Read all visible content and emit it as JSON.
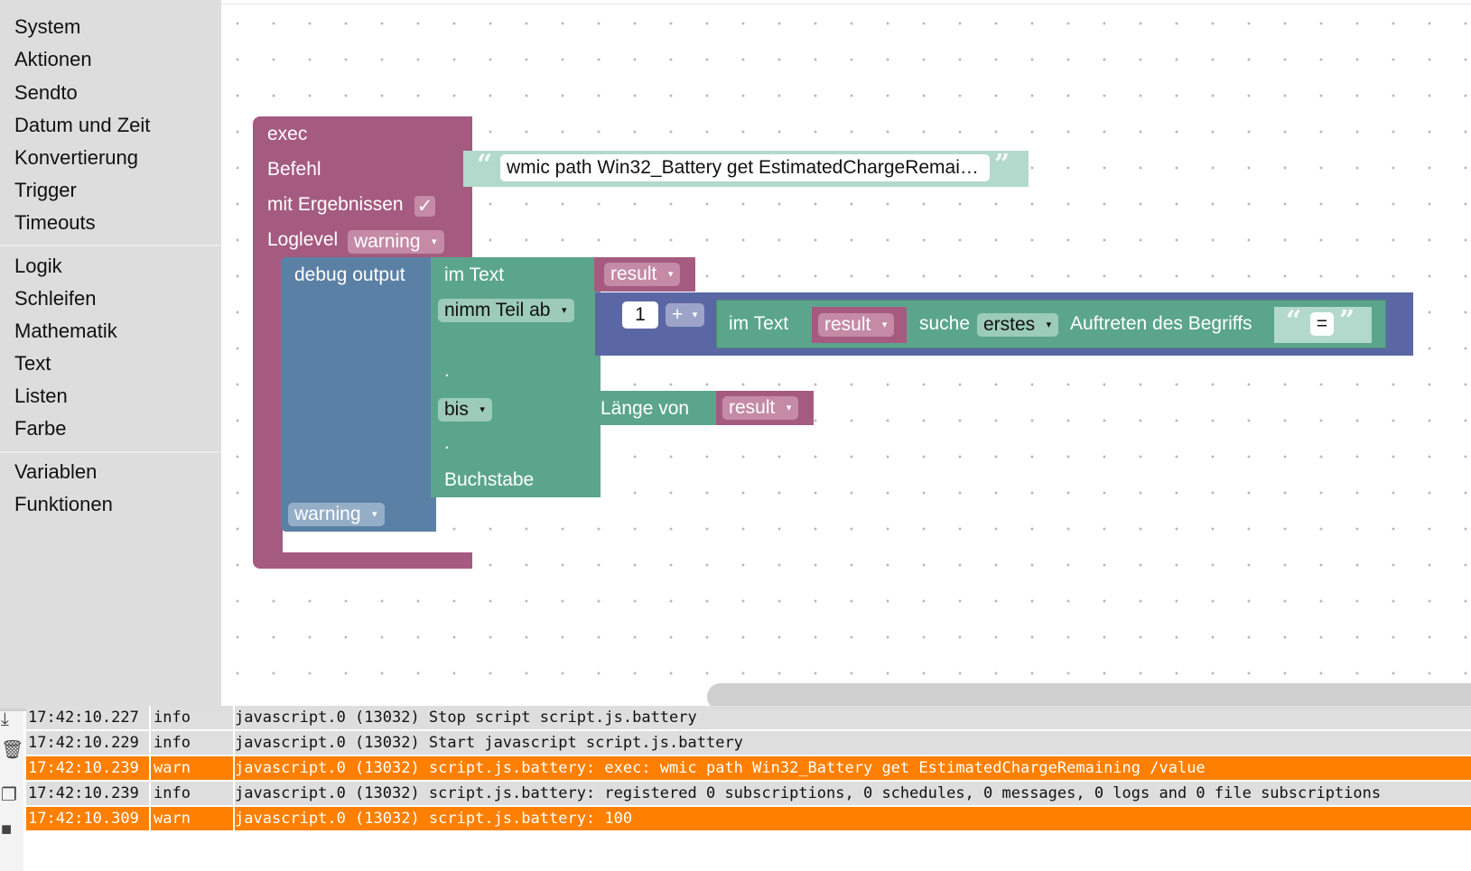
{
  "toolbox": {
    "groups": [
      [
        "System",
        "Aktionen",
        "Sendto",
        "Datum und Zeit",
        "Konvertierung",
        "Trigger",
        "Timeouts"
      ],
      [
        "Logik",
        "Schleifen",
        "Mathematik",
        "Text",
        "Listen",
        "Farbe"
      ],
      [
        "Variablen",
        "Funktionen"
      ]
    ]
  },
  "blocks": {
    "exec": {
      "title": "exec",
      "befehl_label": "Befehl",
      "mit_ergebnissen_label": "mit Ergebnissen",
      "checkbox_mark": "✓",
      "loglevel_label": "Loglevel",
      "loglevel_value": "warning",
      "command_text": "wmic path Win32_Battery get EstimatedChargeRemai…",
      "quote_open": "“",
      "quote_close": "”"
    },
    "debug": {
      "label": "debug output",
      "level_value": "warning"
    },
    "substring": {
      "im_text_label": "im Text",
      "var_value": "result",
      "nimm_teil_ab_value": "nimm Teil ab",
      "dot1": ".",
      "bis_value": "bis",
      "dot2": ".",
      "buchstabe_label": "Buchstabe"
    },
    "math": {
      "number_value": "1",
      "operator_value": "+"
    },
    "indexof": {
      "im_text_label": "im Text",
      "var_value": "result",
      "suche_label": "suche",
      "erstes_value": "erstes",
      "auftreten_label": "Auftreten des Begriffs",
      "search_text": "="
    },
    "length": {
      "label": "Länge von",
      "var_value": "result"
    },
    "dropdown_arrow": "▾"
  },
  "log": {
    "rows": [
      {
        "time": "17:42:10.227",
        "severity": "info",
        "message": "javascript.0 (13032) Stop script script.js.battery"
      },
      {
        "time": "17:42:10.229",
        "severity": "info",
        "message": "javascript.0 (13032) Start javascript script.js.battery"
      },
      {
        "time": "17:42:10.239",
        "severity": "warn",
        "message": "javascript.0 (13032) script.js.battery: exec: wmic path Win32_Battery get EstimatedChargeRemaining /value"
      },
      {
        "time": "17:42:10.239",
        "severity": "info",
        "message": "javascript.0 (13032) script.js.battery: registered 0 subscriptions, 0 schedules, 0 messages, 0 logs and 0 file subscriptions"
      },
      {
        "time": "17:42:10.309",
        "severity": "warn",
        "message": "javascript.0 (13032) script.js.battery: 100"
      }
    ]
  },
  "colors": {
    "exec_block": "#a55b80",
    "debug_block": "#5b80a5",
    "text_block": "#5ba58c",
    "math_block": "#5b67a5",
    "variable_block": "#a55b80",
    "warn_row": "#ff7f00",
    "info_row": "#dedede"
  }
}
